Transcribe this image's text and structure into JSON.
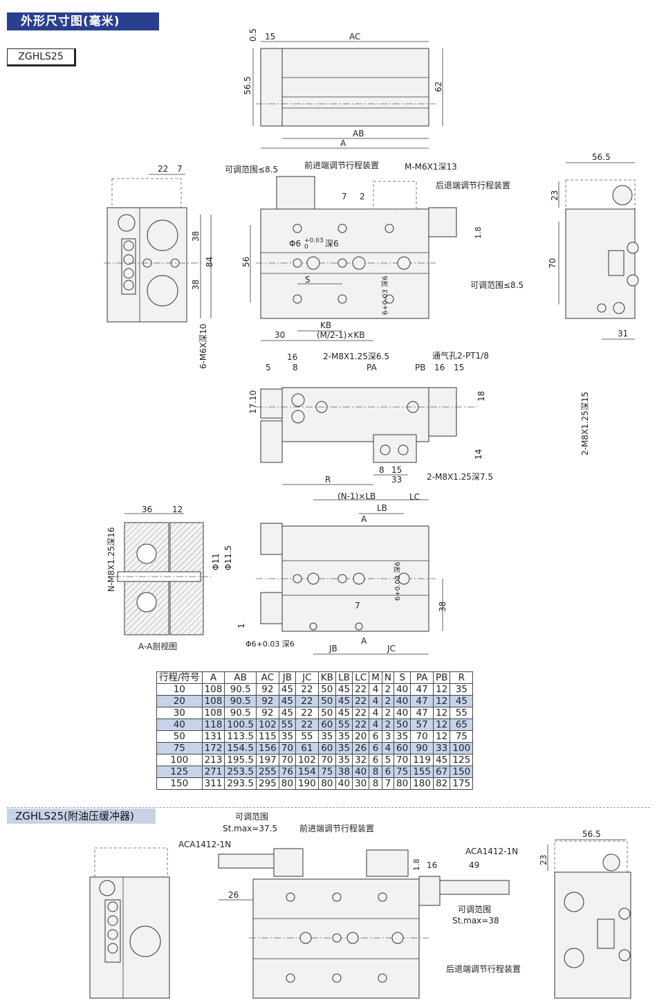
{
  "header": {
    "title": "外形尺寸图(毫米)",
    "model": "ZGHLS25"
  },
  "view_top": {
    "dims": {
      "d05": "0.5",
      "d15": "15",
      "dAC": "AC",
      "d565": "56.5",
      "d62": "62",
      "dAB": "AB",
      "dA": "A"
    }
  },
  "view_left": {
    "dims": {
      "d22": "22",
      "d7": "7",
      "d38a": "38",
      "d84": "84",
      "d38b": "38",
      "m6": "6-M6X深10"
    }
  },
  "view_front": {
    "labels": {
      "adj_front": "可调范围≤8.5",
      "front_device": "前进端调节行程装置",
      "m_thread": "M-M6X1深13",
      "rear_device": "后退端调节行程装置",
      "phi6": "Φ6",
      "phi6_tol": "+0.03",
      "phi6_tol0": "0",
      "depth6": "深6",
      "adj_rear": "可调范围≤8.5",
      "s": "S",
      "kb": "KB",
      "mkb": "(M/2-1)×KB",
      "d30": "30",
      "d56": "56",
      "d7": "7",
      "d2": "2",
      "d18": "1.8",
      "depth6b": "6+0.03 深6"
    }
  },
  "view_right": {
    "dims": {
      "d565": "56.5",
      "d23": "23",
      "d70": "70",
      "d31": "31",
      "m8": "2-M8X1.25深15"
    }
  },
  "view_bottom": {
    "labels": {
      "d5": "5",
      "d16": "16",
      "d8": "8",
      "m8a": "2-M8X1.25深6.5",
      "pa": "PA",
      "pb": "PB",
      "vent": "通气孔2-PT1/8",
      "d16b": "16",
      "d15": "15",
      "d18": "18",
      "d1710": "17.10",
      "d14": "14",
      "r": "R",
      "d8b": "8",
      "d15b": "15",
      "d33": "33",
      "m8b": "2-M8X1.25深7.5"
    }
  },
  "view_section": {
    "labels": {
      "d36": "36",
      "d12": "12",
      "phi11": "Φ11",
      "phi115": "Φ11.5",
      "nm8": "N-M8X1.25深16",
      "caption": "A-A剖视图"
    }
  },
  "view_side": {
    "labels": {
      "nlb": "(N-1)×LB",
      "lc": "LC",
      "lb": "LB",
      "a1": "A",
      "depth6": "6+0.03 深6",
      "d38": "38",
      "d7": "7",
      "d1": "1",
      "phi6": "Φ6+0.03 深6",
      "jb": "JB",
      "a2": "A",
      "jc": "JC"
    }
  },
  "spec_table": {
    "headers": [
      "行程/符号",
      "A",
      "AB",
      "AC",
      "JB",
      "JC",
      "KB",
      "LB",
      "LC",
      "M",
      "N",
      "S",
      "PA",
      "PB",
      "R"
    ],
    "rows": [
      [
        "10",
        "108",
        "90.5",
        "92",
        "45",
        "22",
        "50",
        "45",
        "22",
        "4",
        "2",
        "40",
        "47",
        "12",
        "35"
      ],
      [
        "20",
        "108",
        "90.5",
        "92",
        "45",
        "22",
        "50",
        "45",
        "22",
        "4",
        "2",
        "40",
        "47",
        "12",
        "45"
      ],
      [
        "30",
        "108",
        "90.5",
        "92",
        "45",
        "22",
        "50",
        "45",
        "22",
        "4",
        "2",
        "40",
        "47",
        "12",
        "55"
      ],
      [
        "40",
        "118",
        "100.5",
        "102",
        "55",
        "22",
        "60",
        "55",
        "22",
        "4",
        "2",
        "50",
        "57",
        "12",
        "65"
      ],
      [
        "50",
        "131",
        "113.5",
        "115",
        "35",
        "55",
        "35",
        "35",
        "20",
        "6",
        "3",
        "35",
        "70",
        "12",
        "75"
      ],
      [
        "75",
        "172",
        "154.5",
        "156",
        "70",
        "61",
        "60",
        "35",
        "26",
        "6",
        "4",
        "60",
        "90",
        "33",
        "100"
      ],
      [
        "100",
        "213",
        "195.5",
        "197",
        "70",
        "102",
        "70",
        "35",
        "32",
        "6",
        "5",
        "70",
        "119",
        "45",
        "125"
      ],
      [
        "125",
        "271",
        "253.5",
        "255",
        "76",
        "154",
        "75",
        "38",
        "40",
        "8",
        "6",
        "75",
        "155",
        "67",
        "150"
      ],
      [
        "150",
        "311",
        "293.5",
        "295",
        "80",
        "190",
        "80",
        "40",
        "30",
        "8",
        "7",
        "80",
        "180",
        "82",
        "175"
      ]
    ]
  },
  "section2": {
    "title": "ZGHLS25(附油压缓冲器)",
    "labels": {
      "adj_range": "可调范围",
      "st375": "St.max=37.5",
      "front_device": "前进端调节行程装置",
      "aca_left": "ACA1412-1N",
      "d26": "26",
      "d18": "1.8",
      "d16": "16",
      "d49": "49",
      "aca_right": "ACA1412-1N",
      "adj_range2": "可调范围",
      "st38": "St.max=38",
      "rear_device": "后退端调节行程装置",
      "d565": "56.5",
      "d23": "23"
    }
  }
}
